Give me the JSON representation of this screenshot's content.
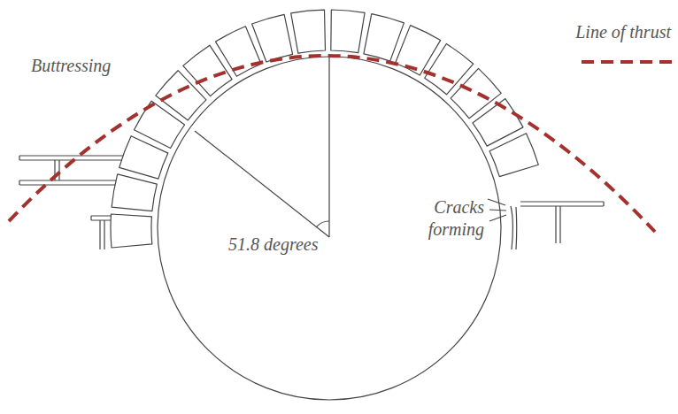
{
  "diagram": {
    "labels": [
      "Buttressing",
      "51.8 degrees",
      "Cracks forming"
    ],
    "legend": [
      {
        "text": "Line of thrust"
      }
    ]
  }
}
